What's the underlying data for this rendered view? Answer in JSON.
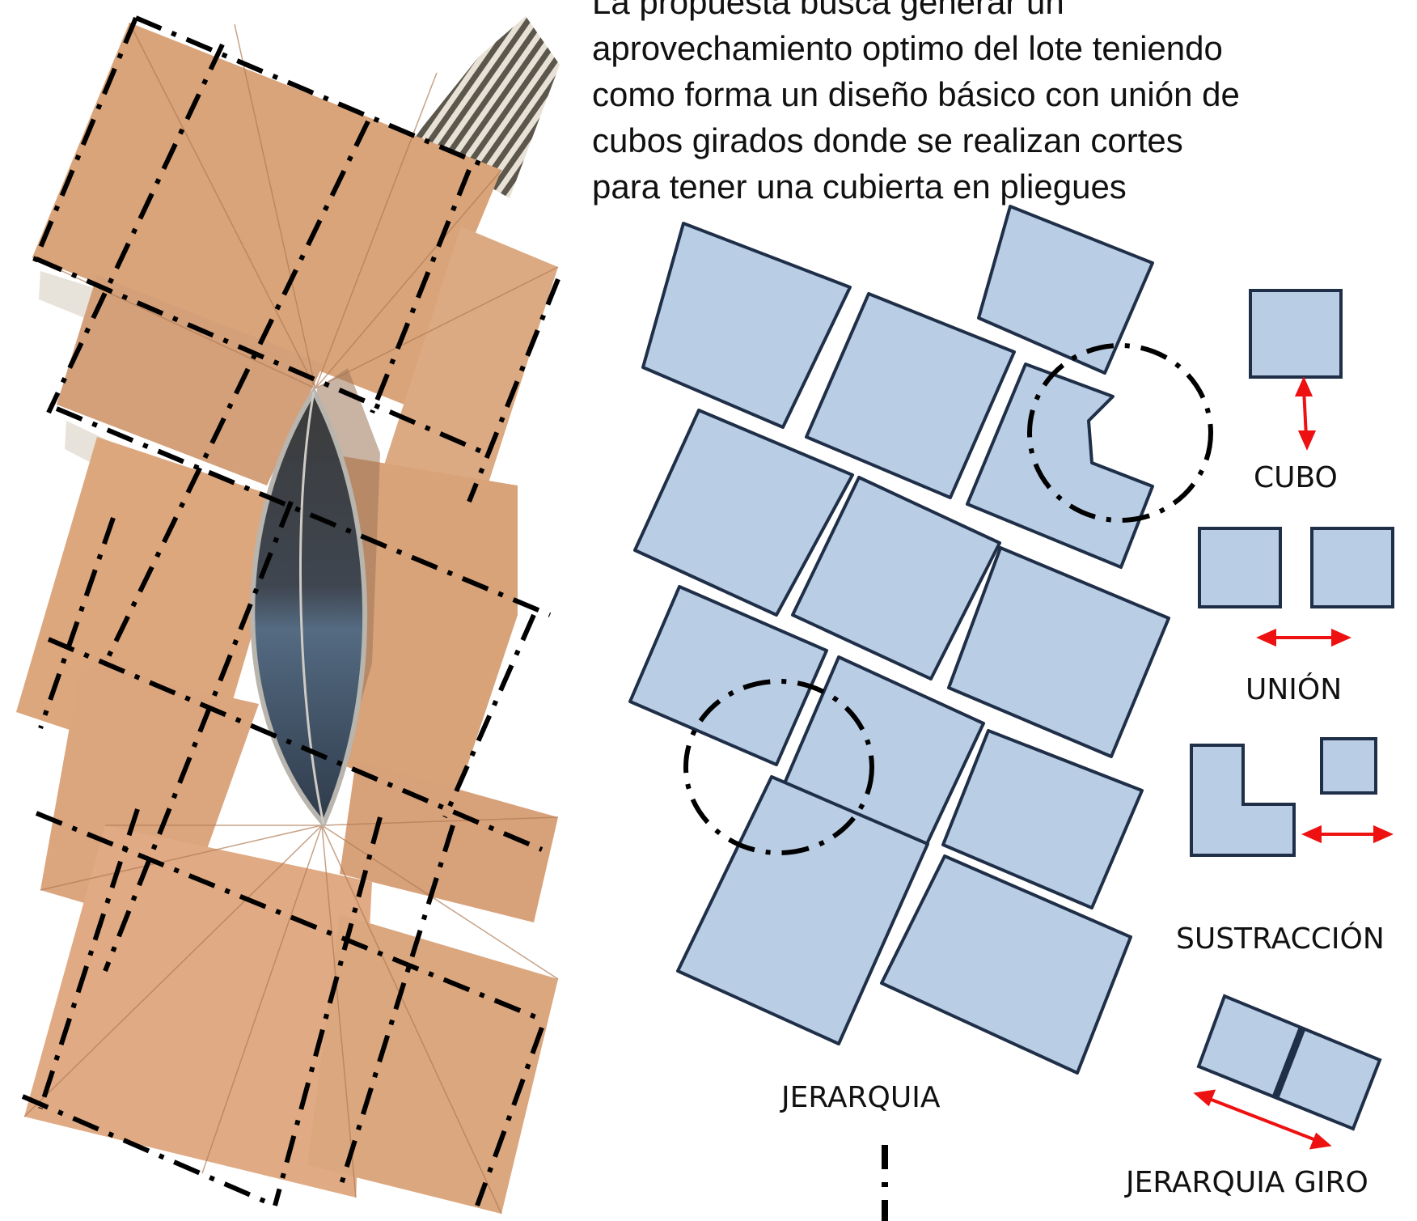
{
  "description": {
    "lines": [
      "La propuesta busca generar un",
      "aprovechamiento optimo del lote teniendo",
      "como forma un diseño básico  con unión de",
      "cubos girados donde se realizan cortes",
      "para tener una cubierta en pliegues"
    ]
  },
  "legend": {
    "cubo": "CUBO",
    "union": "UNIÓN",
    "sustraccion": "SUSTRACCIÓN",
    "jerarquia_giro": "JERARQUIA  GIRO"
  },
  "main_label": "JERARQUIA",
  "colors": {
    "roof": "#d9a47a",
    "roof_dark": "#c0875c",
    "cube_fill": "#b9cde4",
    "cube_stroke": "#1f2f48",
    "arrow": "#ee1111",
    "axis": "#000000"
  }
}
